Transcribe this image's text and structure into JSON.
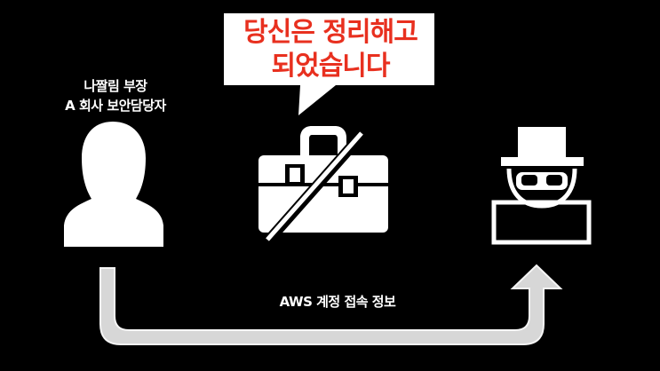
{
  "person": {
    "name": "나짤림 부장",
    "role": "A 회사 보안담당자"
  },
  "speech_bubble": {
    "line1": "당신은 정리해고",
    "line2": "되었습니다"
  },
  "flow": {
    "label": "AWS 계정 접속 정보"
  },
  "icons": {
    "person": "person-icon",
    "briefcase": "briefcase-crossed-icon",
    "hacker": "hacker-icon"
  },
  "colors": {
    "background": "#000000",
    "bubble_text": "#e8301f",
    "arrow": "#d7d7d7",
    "arrow_outline": "#f5f5f5"
  }
}
